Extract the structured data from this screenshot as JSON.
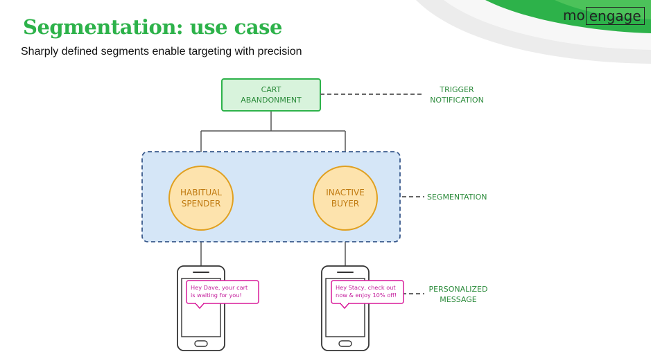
{
  "slide": {
    "title": "Segmentation: use case",
    "subtitle": "Sharply defined segments enable targeting with precision"
  },
  "logo": {
    "part_a": "mo",
    "part_b": "engage"
  },
  "colors": {
    "brand_green": "#2db24a",
    "root_fill": "#d8f3dc",
    "segment_area_fill": "#d5e6f7",
    "segment_area_border": "#3a5a8c",
    "segment_fill": "#fde3ad",
    "segment_border": "#e0a020",
    "bubble_border": "#d81b9a",
    "label_green": "#2a8a3a"
  },
  "diagram": {
    "root": {
      "line1": "CART",
      "line2": "ABANDONMENT"
    },
    "segments": [
      {
        "line1": "HABITUAL",
        "line2": "SPENDER"
      },
      {
        "line1": "INACTIVE",
        "line2": "BUYER"
      }
    ],
    "messages": [
      {
        "line1": "Hey Dave, your cart",
        "line2": "is waiting for you!"
      },
      {
        "line1": "Hey Stacy, check out",
        "line2": "now & enjoy 10% off!"
      }
    ],
    "labels": {
      "trigger": {
        "line1": "TRIGGER",
        "line2": "NOTIFICATION"
      },
      "segmentation": "SEGMENTATION",
      "personalized": {
        "line1": "PERSONALIZED",
        "line2": "MESSAGE"
      }
    }
  }
}
